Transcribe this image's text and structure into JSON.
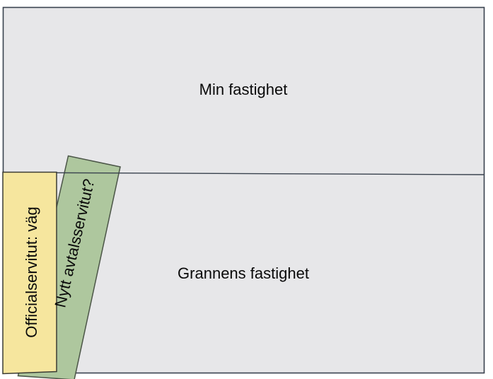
{
  "diagram": {
    "labels": {
      "my_property": "Min fastighet",
      "neighbor_property": "Grannens fastighet",
      "official_easement": "Officialservitut: väg",
      "new_easement": "Nytt avtalsservitut?"
    },
    "colors": {
      "parcel_fill": "#e7e7e9",
      "parcel_border": "#39424e",
      "official_easement_fill": "#f6e69e",
      "official_easement_border": "#3a3b33",
      "new_easement_fill": "#aec79e",
      "new_easement_border": "#4b5547",
      "label_text": "#0a0a0a"
    }
  }
}
